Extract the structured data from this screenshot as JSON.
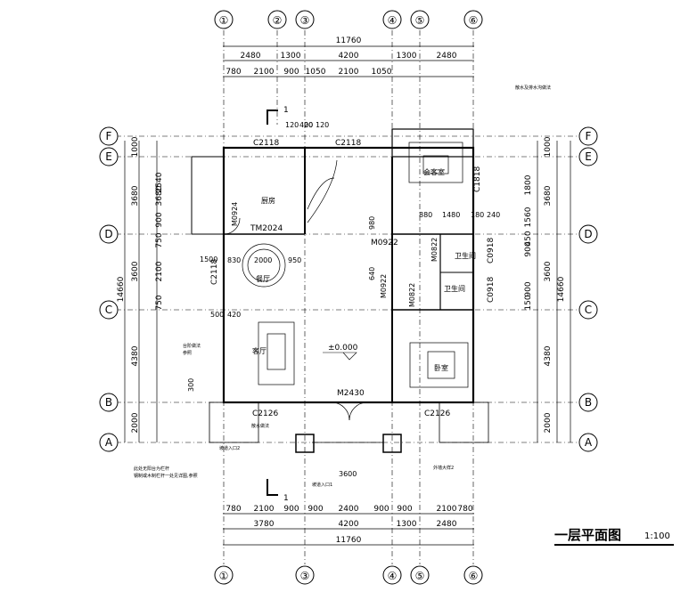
{
  "title": "一层平面图",
  "scale": "1:100",
  "grid_cols": [
    "①",
    "②",
    "③",
    "④",
    "⑤",
    "⑥"
  ],
  "grid_rows": [
    "F",
    "E",
    "D",
    "C",
    "B",
    "A"
  ],
  "dims_top_1": [
    "2480",
    "1300",
    "4200",
    "1300",
    "2480"
  ],
  "dims_top_2": [
    "780",
    "2100",
    "900",
    "1050",
    "2100",
    "1050"
  ],
  "dims_bottom_1": [
    "780",
    "2100",
    "900",
    "900",
    "2400",
    "900",
    "900",
    "2100",
    "780"
  ],
  "dims_bottom_2": [
    "3780",
    "4200",
    "1300",
    "2480"
  ],
  "overall_width": "11760",
  "overall_depth": "14660",
  "dims_left": [
    "1000",
    "3680",
    "3600",
    "4380",
    "2000"
  ],
  "dims_left_inner": [
    "2540",
    "3680",
    "900",
    "750",
    "2100",
    "750"
  ],
  "dims_right": [
    "1000",
    "3680",
    "3600",
    "4380",
    "2000"
  ],
  "dims_right_inner": [
    "1800",
    "1560",
    "900",
    "450",
    "900",
    "150"
  ],
  "rooms": {
    "kitchen": "厨房",
    "dining": "餐厅",
    "living": "客厅",
    "guest_room": "会客室",
    "bedroom": "卧室",
    "bath1": "卫生间",
    "bath2": "卫生间"
  },
  "windows": [
    "C2118",
    "C2118",
    "C1818",
    "C2118",
    "C2126",
    "C2126",
    "C0918",
    "C0918"
  ],
  "doors": [
    "TM2024",
    "M0924",
    "M0922",
    "M0822",
    "M0922",
    "M0822",
    "M2430"
  ],
  "misc_dims": [
    "120",
    "400",
    "120",
    "880",
    "1480",
    "180",
    "240",
    "980",
    "640",
    "2000",
    "950",
    "830",
    "1500",
    "500",
    "420",
    "300",
    "3600",
    "20"
  ],
  "elevation": "±0.000",
  "section_mark": "1",
  "notes": [
    "散水及排水沟做法",
    "此处无阳台为栏杆",
    "钢制或木制栏杆一处见详图,参照",
    "台阶做法",
    "散水做法",
    "参照",
    "坡道入口2",
    "坡道入口1",
    "外墙大样2"
  ]
}
